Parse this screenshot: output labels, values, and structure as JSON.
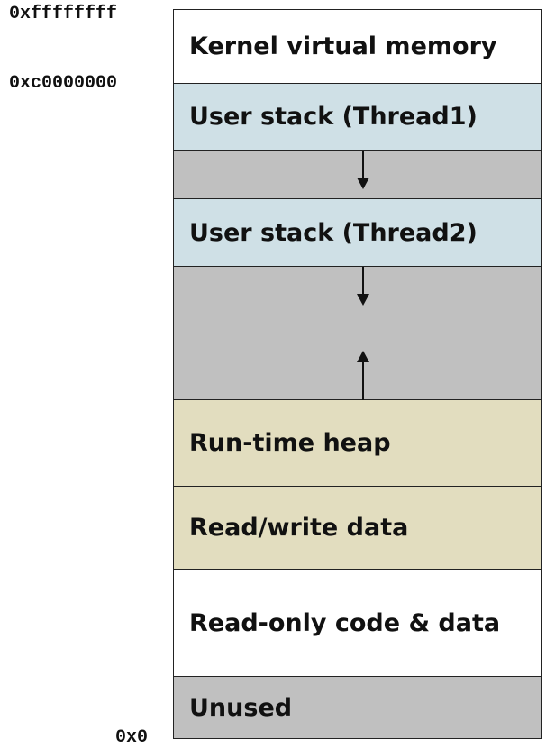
{
  "addresses": {
    "top": "0xffffffff",
    "kernel_start": "0xc0000000",
    "bottom": "0x0"
  },
  "segments": {
    "kernel": {
      "label": "Kernel virtual memory"
    },
    "stack_thread1": {
      "label": "User stack (Thread1)"
    },
    "stack_thread2": {
      "label": "User stack (Thread2)"
    },
    "heap": {
      "label": "Run-time heap"
    },
    "rw_data": {
      "label": "Read/write data"
    },
    "ro_code": {
      "label": "Read-only code & data"
    },
    "unused": {
      "label": "Unused"
    }
  },
  "colors": {
    "white": "#ffffff",
    "stack": "#cfe0e6",
    "gap": "#c0c0c0",
    "data": "#e2ddbf",
    "border": "#222222"
  }
}
